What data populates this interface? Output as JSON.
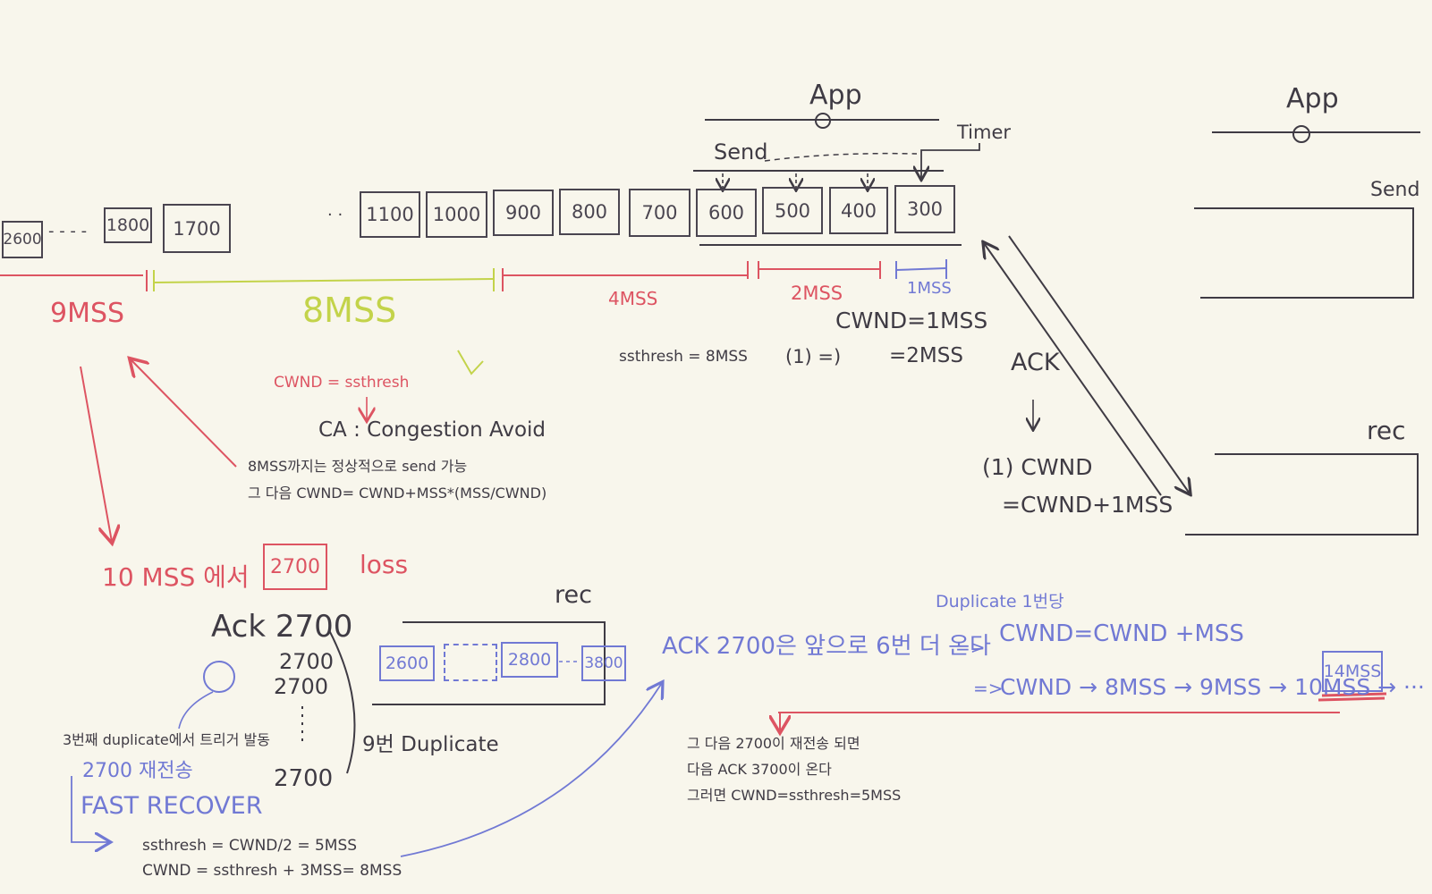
{
  "top_pipeline": {
    "app_label": "App",
    "send_label": "Send",
    "timer_label": "Timer",
    "ack_label": "ACK",
    "segments": [
      "1100",
      "1000",
      "900",
      "800",
      "700",
      "600",
      "500",
      "400",
      "300"
    ],
    "left_segments": [
      "2600",
      "1800",
      "1700"
    ],
    "ellipsis_left": "- - - -",
    "ellipsis_mid": "· ·"
  },
  "window_labels": {
    "w9": "9MSS",
    "w8": "8MSS",
    "w4": "4MSS",
    "w2": "2MSS",
    "w1": "1MSS"
  },
  "cwnd_notes": {
    "cwnd_1mss": "CWND=1MSS",
    "ssthresh": "ssthresh = 8MSS",
    "step": "(1) =)",
    "cwnd_2mss": "=2MSS",
    "cwnd_eq_ssthresh": "CWND = ssthresh",
    "ca": "CA : Congestion Avoid",
    "normal_send": "8MSS까지는 정상적으로 send 가능",
    "next_cwnd": "그 다음 CWND= CWND+MSS*(MSS/CWND)",
    "ack_cwnd_1": "(1) CWND",
    "ack_cwnd_2": "=CWND+1MSS"
  },
  "right_app": {
    "app_label": "App",
    "send_label": "Send",
    "rec_label": "rec"
  },
  "loss_section": {
    "loss_prefix": "10 MSS 에서",
    "lost_segment": "2700",
    "loss_word": "loss",
    "ack_header": "Ack 2700",
    "ack_values": [
      "2700",
      "2700",
      "2700"
    ],
    "nine_duplicate": "9번 Duplicate",
    "trigger_note": "3번째 duplicate에서 트리거 발동",
    "retransmit": "2700 재전송",
    "fast_recover": "FAST RECOVER",
    "ssthresh_line": "ssthresh = CWND/2 = 5MSS",
    "cwnd_line": "CWND = ssthresh + 3MSS= 8MSS",
    "rec_label": "rec",
    "rec_segments": [
      "2600",
      "",
      "2800",
      "3800"
    ]
  },
  "duplicate_section": {
    "header": "Duplicate 1번당",
    "ack_future": "ACK 2700은 앞으로 6번 더 온다",
    "arrow1": "=>",
    "cwnd_plus": "CWND=CWND +MSS",
    "arrow2": "=>",
    "progression": "CWND → 8MSS → 9MSS → 10MSS → ··· →",
    "final": "14MSS",
    "after1": "그 다음 2700이 재전송 되면",
    "after2": "다음 ACK 3700이 온다",
    "after3": "그러면 CWND=ssthresh=5MSS"
  },
  "colors": {
    "ink": "#3f3b44",
    "red": "#dd5462",
    "green": "#c3d34a",
    "blue": "#7179d4",
    "paper": "#f8f6ec"
  }
}
